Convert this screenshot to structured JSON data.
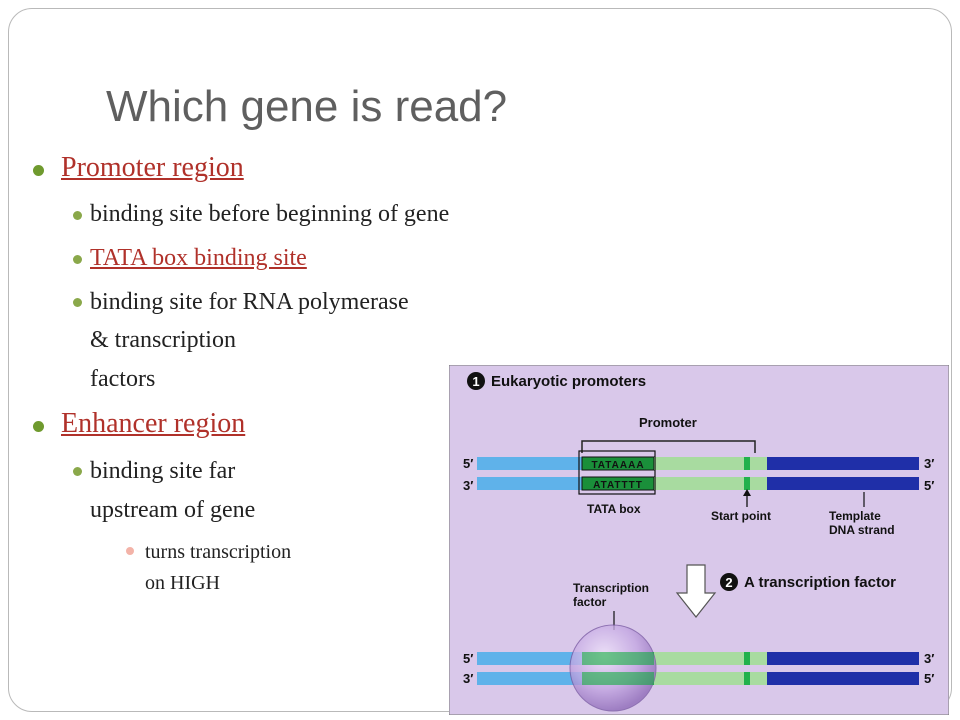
{
  "slide": {
    "title": "Which gene is read?",
    "bullets": {
      "promoter": "Promoter region",
      "promoter_sub1": "binding site before beginning of gene",
      "promoter_sub2": "TATA box binding site",
      "promoter_sub3_line1": "binding site for RNA polymerase",
      "promoter_sub3_line2": "& transcription",
      "promoter_sub3_line3": "factors",
      "enhancer": "Enhancer region",
      "enhancer_sub1_line1": "binding site far",
      "enhancer_sub1_line2": "upstream of gene",
      "enhancer_sub2_line1": "turns transcription",
      "enhancer_sub2_line2": "on HIGH"
    }
  },
  "figure": {
    "step1_number": "1",
    "step1_title": "Eukaryotic promoters",
    "promoter_label": "Promoter",
    "seq_top": "TATAAAA",
    "seq_bottom": "ATATTTT",
    "prime5": "5′",
    "prime3": "3′",
    "tata_box_label": "TATA box",
    "start_point_label": "Start point",
    "template_label_line1": "Template",
    "template_label_line2": "DNA strand",
    "step2_number": "2",
    "step2_title": "A transcription factor",
    "tf_label_line1": "Transcription",
    "tf_label_line2": "factor",
    "colors": {
      "background": "#d9c8ea",
      "light_blue": "#5fb2ea",
      "light_green": "#a8dba0",
      "dark_blue": "#1f2fa8",
      "bright_green": "#22b14c",
      "tata_fill": "#1a8f3a",
      "tf_purple": "#bfa3de",
      "text_red": "#b0312a",
      "bullet_green": "#6f9a2e"
    }
  }
}
